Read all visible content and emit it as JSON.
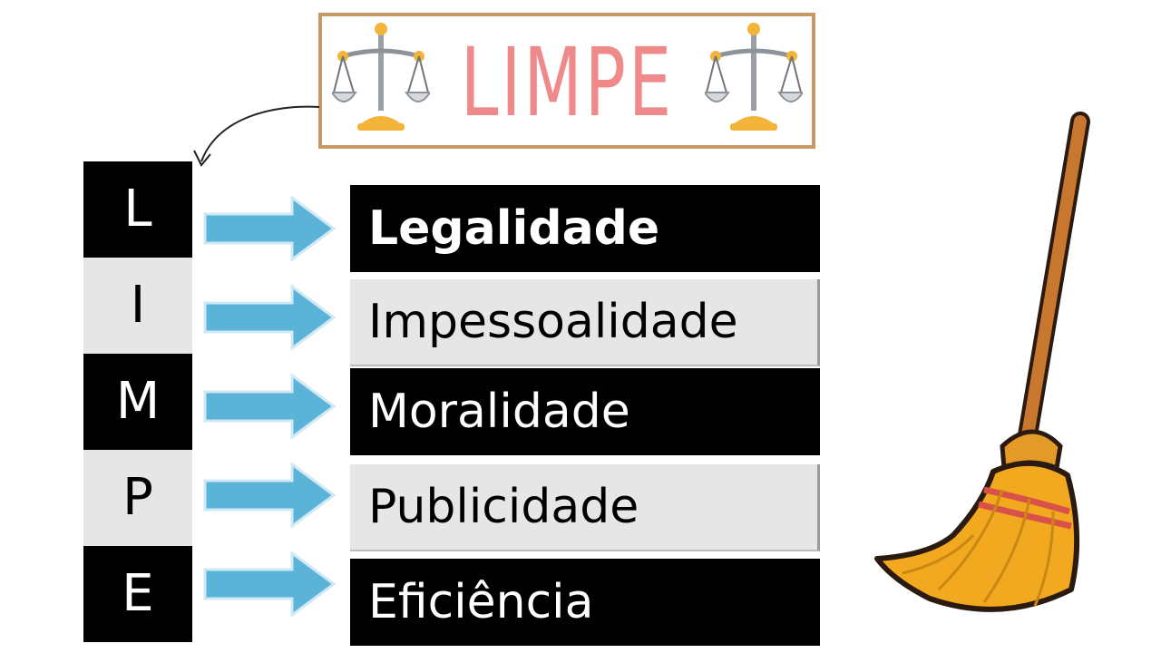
{
  "title": "LIMPE",
  "letters": [
    "L",
    "I",
    "M",
    "P",
    "E"
  ],
  "principles": [
    "Legalidade",
    "Impessoalidade",
    "Moralidade",
    "Publicidade",
    "Eficiência"
  ],
  "colors": {
    "title_text": "#f08a8a",
    "title_border": "#c79a63",
    "dark_block": "#000000",
    "light_block": "#e6e6e6",
    "arrow": "#5bb4d8",
    "broom_bristles": "#f2a81f",
    "broom_stick": "#c8772e"
  },
  "icons": [
    "scales-icon",
    "broom-icon",
    "right-arrow-icon"
  ]
}
